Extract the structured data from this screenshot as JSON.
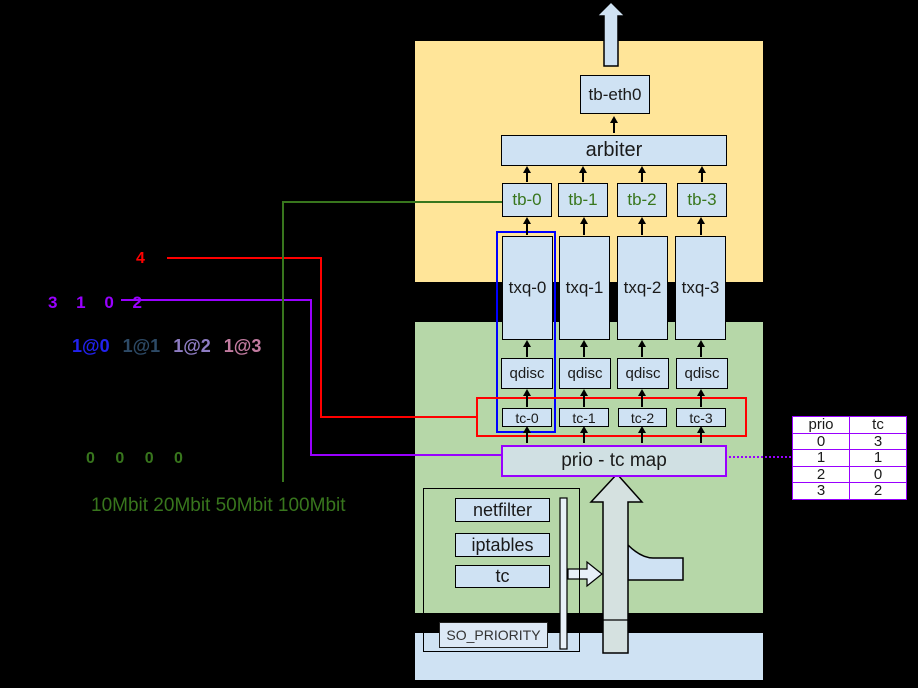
{
  "diagram": {
    "stack": {
      "tb_eth0": "tb-eth0",
      "arbiter": "arbiter",
      "tb_labels": [
        "tb-0",
        "tb-1",
        "tb-2",
        "tb-3"
      ],
      "txq_labels": [
        "txq-0",
        "txq-1",
        "txq-2",
        "txq-3"
      ],
      "qdisc_labels": [
        "qdisc",
        "qdisc",
        "qdisc",
        "qdisc"
      ],
      "tc_labels": [
        "tc-0",
        "tc-1",
        "tc-2",
        "tc-3"
      ],
      "prio_tc_map": "prio - tc map"
    },
    "tools": {
      "netfilter": "netfilter",
      "iptables": "iptables",
      "tc": "tc",
      "so_priority": "SO_PRIORITY"
    },
    "annotations": {
      "bands_value": "4",
      "priomap_values": "3 1 0 2",
      "queue_ids": [
        "1@0",
        "1@1",
        "1@2",
        "1@3"
      ],
      "defaults": "0 0 0 0",
      "rates": "10Mbit 20Mbit 50Mbit 100Mbit"
    },
    "prio_tc_table": {
      "headers": [
        "prio",
        "tc"
      ],
      "rows": [
        [
          "0",
          "3"
        ],
        [
          "1",
          "1"
        ],
        [
          "2",
          "0"
        ],
        [
          "3",
          "2"
        ]
      ]
    },
    "colors": {
      "background": "#000000",
      "device_region": "#ffe599",
      "kernel_region": "#b6d7a8",
      "user_region": "#cfe2f3",
      "box_fill": "#cfe2f3",
      "map_fill": "#d0e0e3",
      "big_arrow_fill": "#d5e1e0",
      "bar_fill": "#e8f0f8",
      "red": "#ff0000",
      "purple": "#9900ff",
      "green": "#38761d",
      "blue_outline": "#0000ff",
      "queue_id_colors": [
        "#2222ee",
        "#2d4a66",
        "#8e7cc3",
        "#c27ba0"
      ]
    }
  }
}
